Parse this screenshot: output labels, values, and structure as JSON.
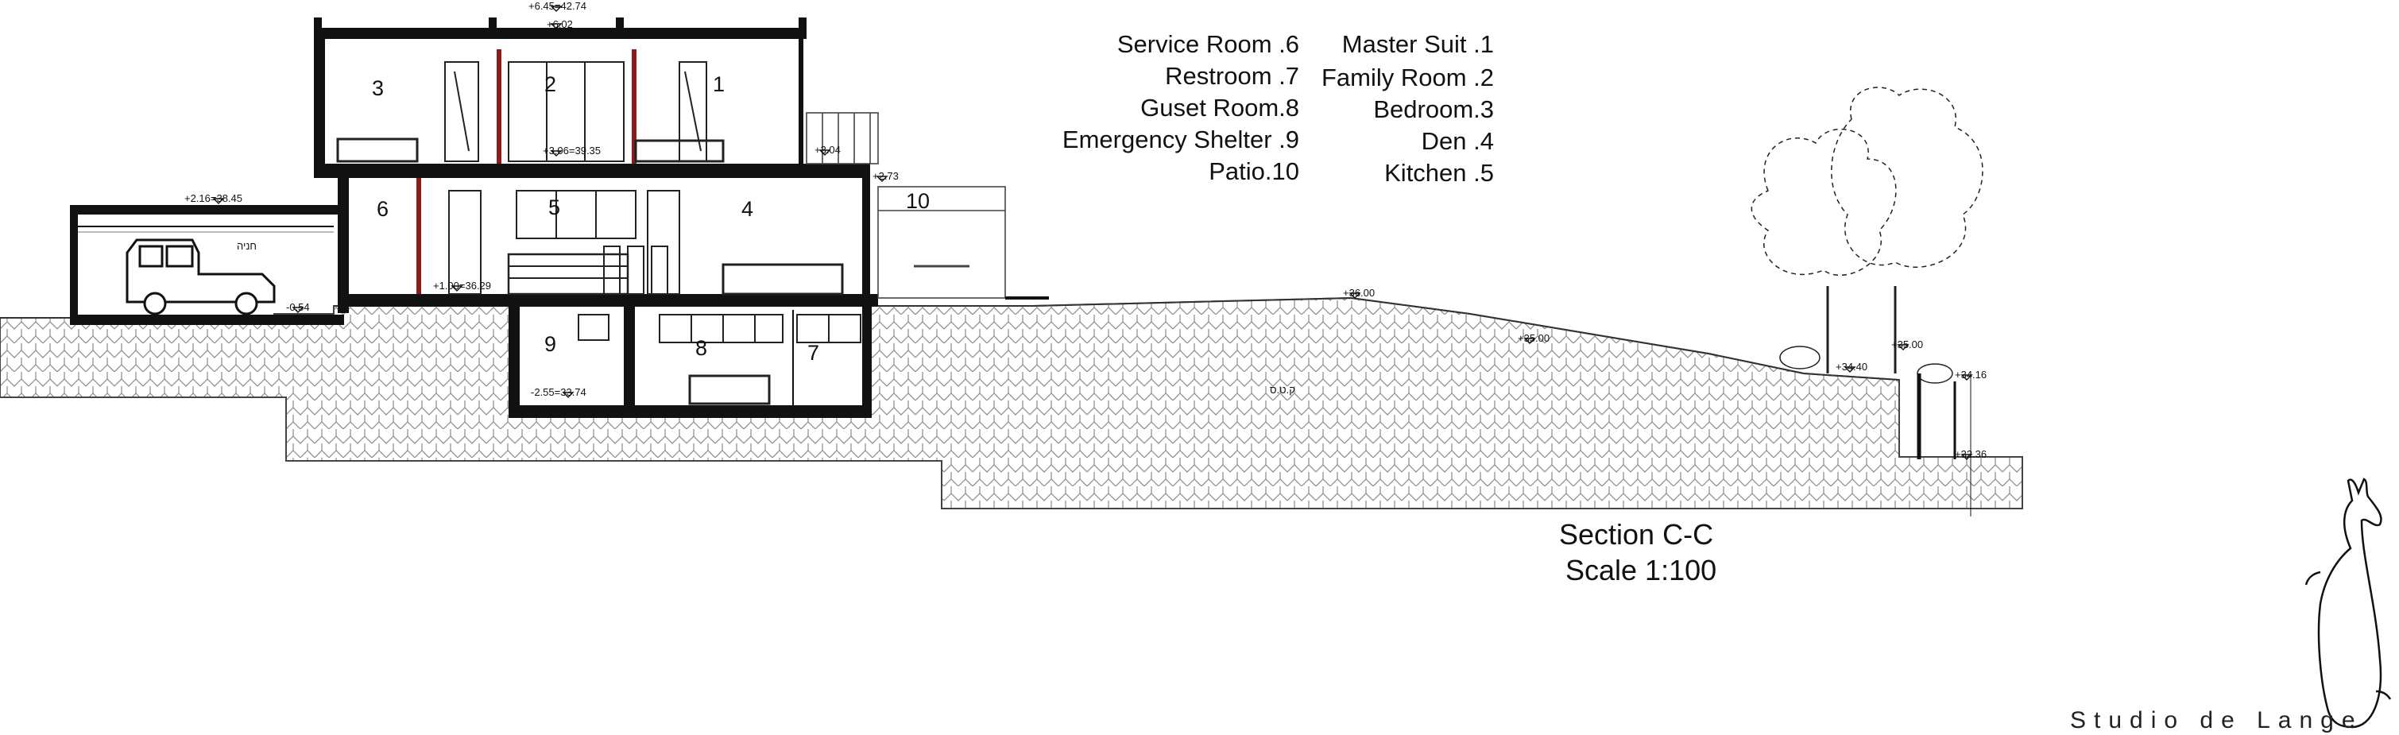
{
  "legend": {
    "left_column": [
      "Service Room .6",
      "Restroom .7",
      "Guset Room.8",
      "Emergency Shelter .9",
      "Patio.10"
    ],
    "right_column": [
      "Master Suit .1",
      "Family Room .2",
      "Bedroom.3",
      "Den .4",
      "Kitchen .5"
    ]
  },
  "caption": {
    "title": "Section C-C",
    "scale": "Scale 1:100"
  },
  "studio": "Studio de Lange",
  "room_numbers": [
    "1",
    "2",
    "3",
    "4",
    "5",
    "6",
    "7",
    "8",
    "9",
    "10"
  ],
  "garage_label": "חניה",
  "soil_label": "ק.ט.ס",
  "levels": {
    "roof": "+6.45=42.74",
    "roof_inner": "+6.02",
    "upper_floor": "+3.06=39.35",
    "terrace_rail": "+3.04",
    "patio_top": "+2.73",
    "garage_roof": "+2.16=38.45",
    "ground_floor": "+1.00=36.29",
    "garage_floor": "-0.54",
    "basement": "-2.55=33.74",
    "ground_a": "+36.00",
    "ground_b": "+35.00",
    "ground_c": "+35.00",
    "ground_d": "+34.40",
    "wall_top": "+34.16",
    "wall_bottom": "+32.36"
  }
}
